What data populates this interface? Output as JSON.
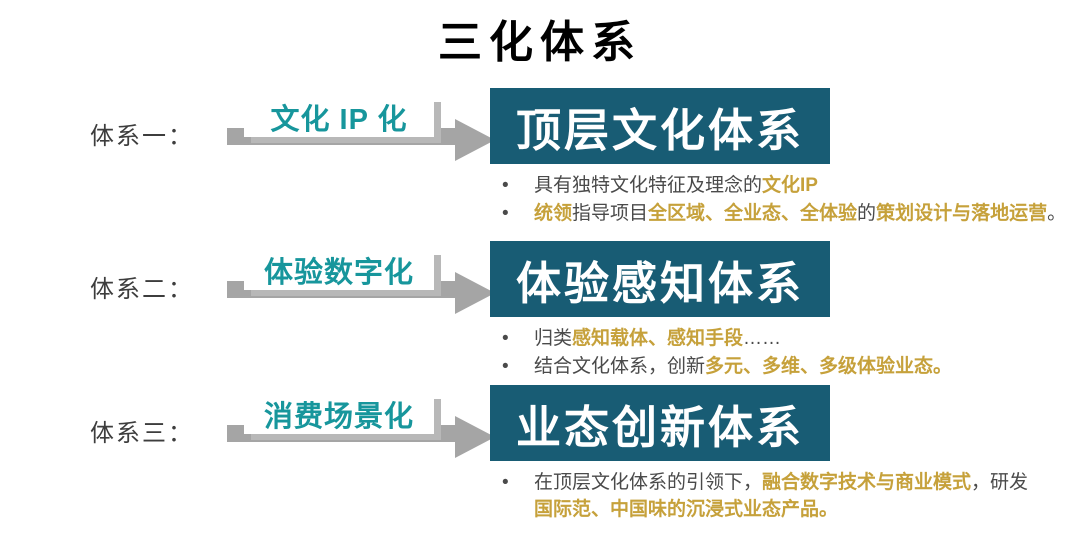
{
  "title": "三化体系",
  "colors": {
    "teal_box": "#185c74",
    "teal_text": "#17969c",
    "gold": "#c6a13b",
    "dark": "#4a4a4a",
    "label": "#3d3d3d",
    "arrow": "#a5a5a5",
    "shadow": "#b8b8b8"
  },
  "icons": {
    "flow_arrow": "right-arrow"
  },
  "rows": [
    {
      "label": "体系一：",
      "tag": "文化 IP 化",
      "heading": "顶层文化体系",
      "bullets": [
        {
          "segments": [
            {
              "t": "具有独特文化特征及理念的"
            },
            {
              "t": "文化IP",
              "s": "g"
            }
          ]
        },
        {
          "segments": [
            {
              "t": "统领",
              "s": "g"
            },
            {
              "t": "指导项目"
            },
            {
              "t": "全区域、全业态、全体验",
              "s": "g"
            },
            {
              "t": "的"
            },
            {
              "t": "策划设计与落地运营",
              "s": "g"
            },
            {
              "t": "。"
            }
          ]
        }
      ]
    },
    {
      "label": "体系二：",
      "tag": "体验数字化",
      "heading": "体验感知体系",
      "bullets": [
        {
          "segments": [
            {
              "t": "归类"
            },
            {
              "t": "感知载体、感知手段",
              "s": "g"
            },
            {
              "t": "……"
            }
          ]
        },
        {
          "segments": [
            {
              "t": "结合文化体系，创新"
            },
            {
              "t": "多元、多维、多级体验业态。",
              "s": "g"
            }
          ]
        }
      ]
    },
    {
      "label": "体系三：",
      "tag": "消费场景化",
      "heading": "业态创新体系",
      "bullets": [
        {
          "segments": [
            {
              "t": "在顶层文化体系的引领下，"
            },
            {
              "t": "融合数字技术与商业模式",
              "s": "g"
            },
            {
              "t": "，研发"
            },
            {
              "br": true
            },
            {
              "t": "国际范、中国味的沉浸式业态产品。",
              "s": "g"
            }
          ]
        }
      ]
    }
  ]
}
